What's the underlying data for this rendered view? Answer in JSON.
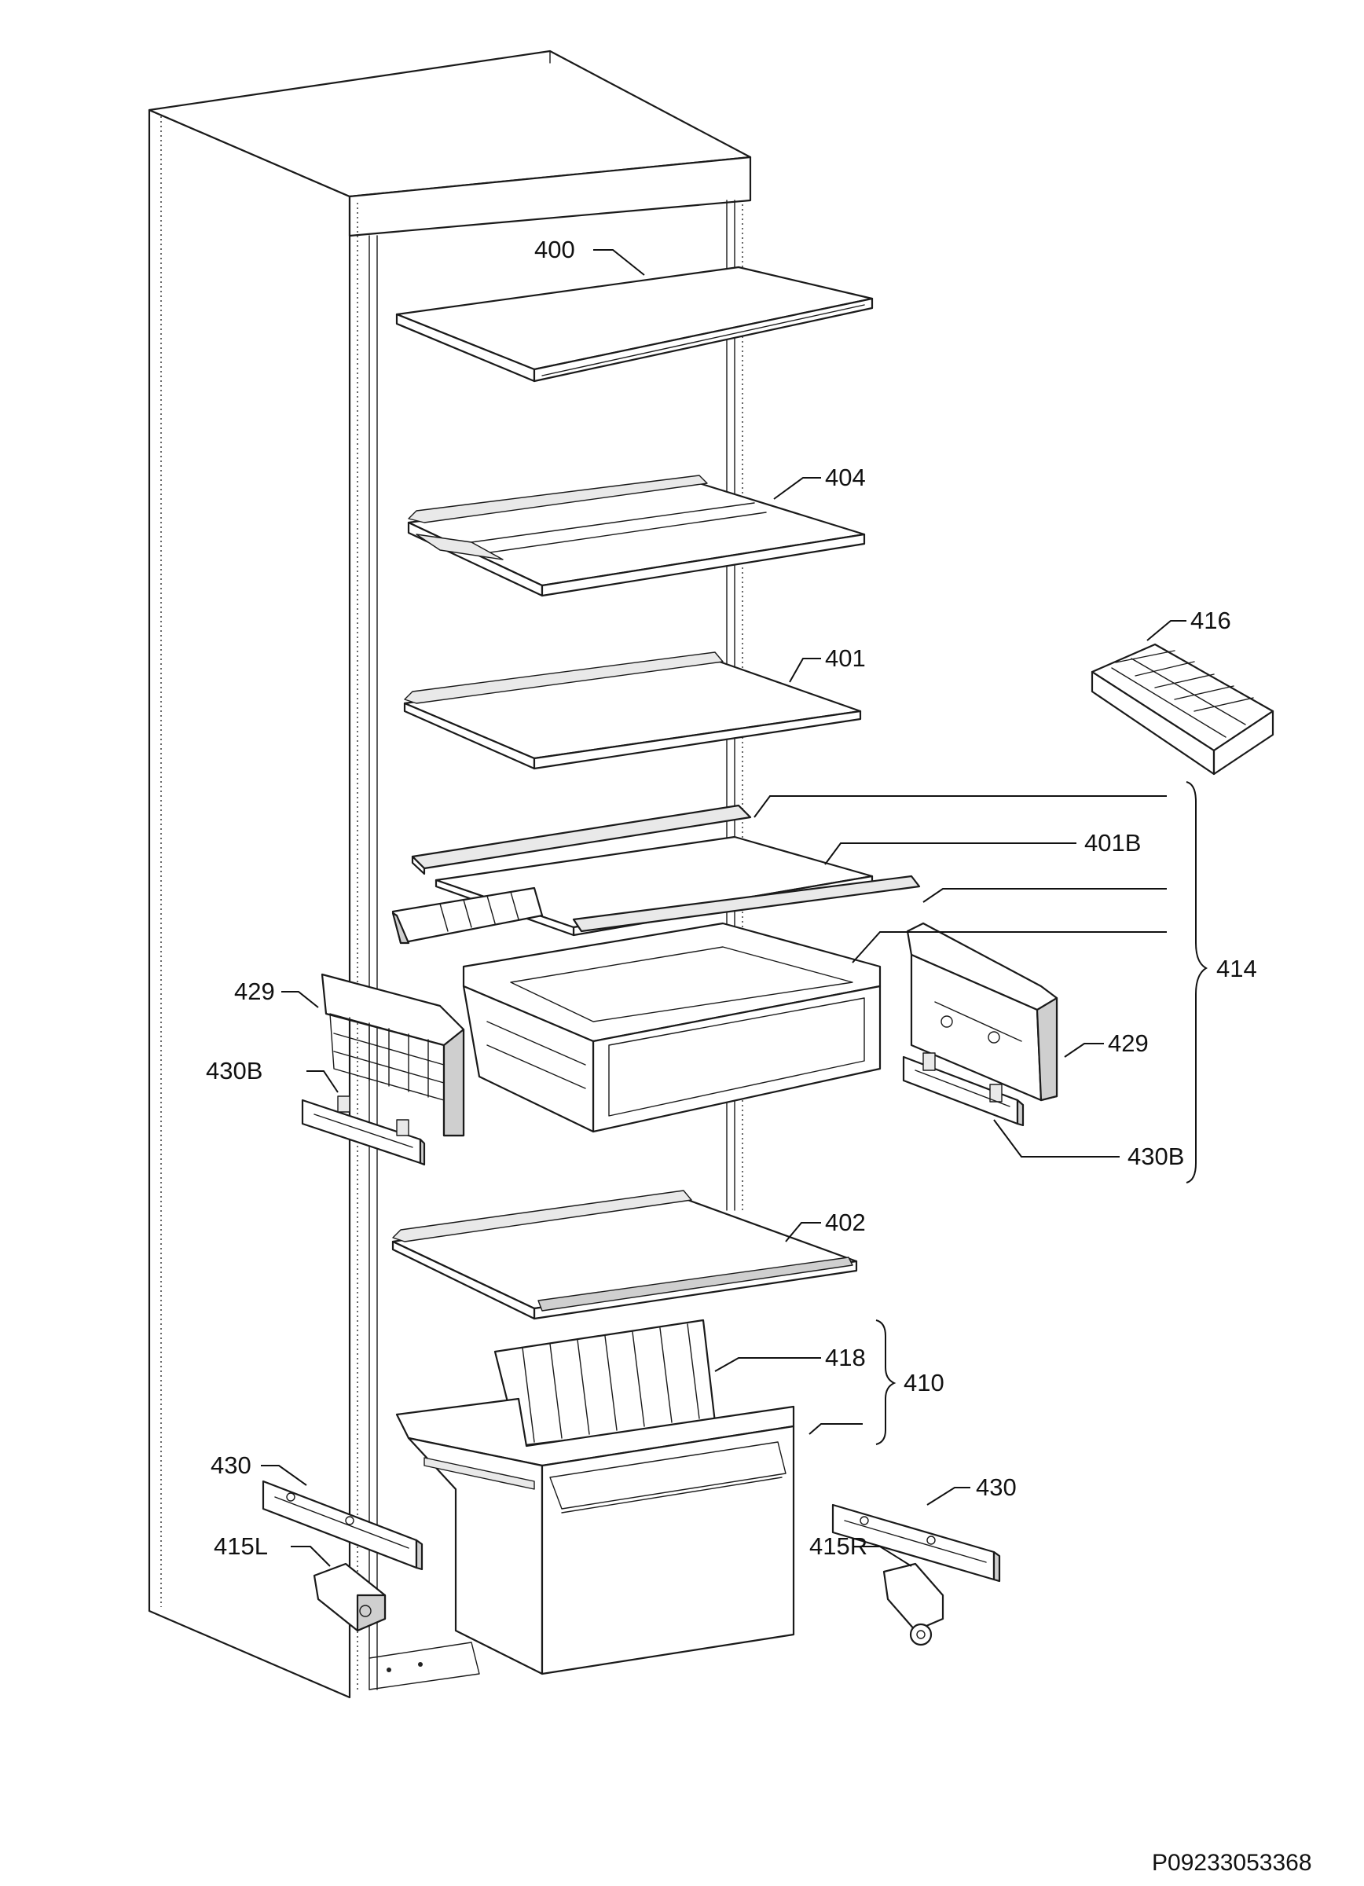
{
  "diagram": {
    "drawing_code": "P09233053368",
    "callouts": {
      "c400": "400",
      "c404": "404",
      "c401": "401",
      "c416": "416",
      "c401B": "401B",
      "c414": "414",
      "c429_left": "429",
      "c429_right": "429",
      "c430B_left": "430B",
      "c430B_right": "430B",
      "c402": "402",
      "c418": "418",
      "c410": "410",
      "c430_left": "430",
      "c430_right": "430",
      "c415L": "415L",
      "c415R": "415R"
    }
  }
}
